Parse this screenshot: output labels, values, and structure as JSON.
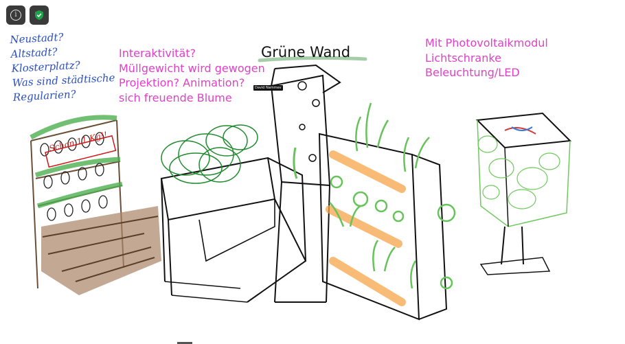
{
  "toolbar": {
    "info_icon": "info-icon",
    "shield_icon": "shield-check-icon",
    "shield_color": "#1fa34a"
  },
  "board": {
    "title": "Grüne Wand",
    "notes_left": "Interaktivität?\nMüllgewicht wird gewogen\nProjektion? Animation?\nsich freuende Blume",
    "notes_right": "Mit Photovoltaikmodul\nLichtschranke\nBeleuchtung/LED",
    "handwritten_left": "Neustadt?\nAltstadt?\nKlosterplatz?\nWas sind städtische\nRegularien?",
    "handwritten_bench": "Schon 11 Kg!!",
    "cursor_label": "David Nammev"
  },
  "colors": {
    "note_pink": "#e040c8",
    "ink_blue": "#2a4fc4",
    "plant_green": "#4caf50",
    "wood_brown": "#8b6b4a",
    "orange": "#f5a54a"
  }
}
